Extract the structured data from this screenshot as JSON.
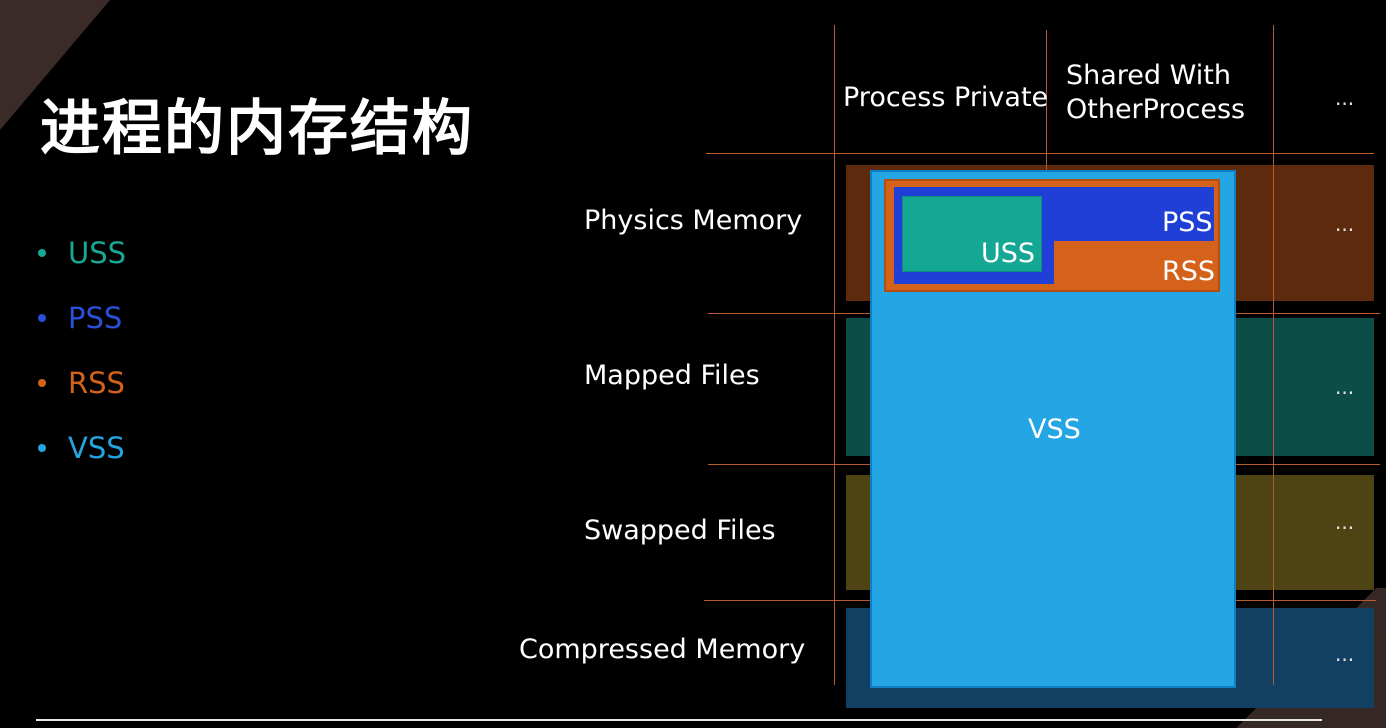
{
  "title": "进程的内存结构",
  "legend": [
    {
      "label": "USS",
      "color": "#1aa896"
    },
    {
      "label": "PSS",
      "color": "#2a4fd8"
    },
    {
      "label": "RSS",
      "color": "#d4621a"
    },
    {
      "label": "VSS",
      "color": "#24a5e2"
    }
  ],
  "columns": [
    "Process Private",
    "Shared With\nOtherProcess",
    "..."
  ],
  "rows": [
    "Physics Memory",
    "Mapped Files",
    "Swapped Files",
    "Compressed Memory"
  ],
  "row_ellipsis": "...",
  "boxes": {
    "uss": "USS",
    "pss": "PSS",
    "rss": "RSS",
    "vss": "VSS"
  },
  "colors": {
    "physics_band": "#5d2a0e",
    "mapped_band": "#0d4d47",
    "swapped_band": "#4e4413",
    "compressed_band": "#114063",
    "grid_line": "#b75a2e"
  }
}
